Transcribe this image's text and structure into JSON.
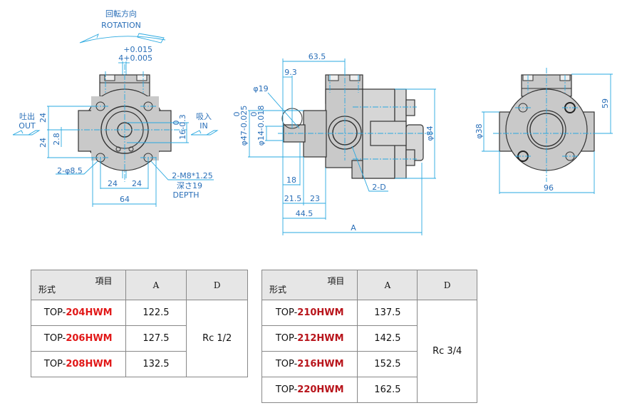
{
  "drawing": {
    "front_view": {
      "rotation_jp": "回転方向",
      "rotation_en": "ROTATION",
      "key_tol_upper": "+0.015",
      "key_tol_lower": "4+0.005",
      "out_jp": "吐出",
      "out_en": "OUT",
      "in_jp": "吸入",
      "in_en": "IN",
      "dim_24_upper": "24",
      "dim_24_lower": "24",
      "dim_2_8": "2.8",
      "dim_0": "0",
      "dim_16": "16-0.3",
      "hole_label": "2-φ8.5",
      "thread_label": "2-M8*1.25",
      "depth_jp": "深さ19",
      "depth_en": "DEPTH",
      "dim_24_left": "24",
      "dim_24_right": "24",
      "dim_64": "64"
    },
    "side_view": {
      "dim_63_5": "63.5",
      "dim_9_3": "9.3",
      "dim_phi19": "φ19",
      "dim_phi47_tol": "0",
      "dim_phi47": "φ47-0.025",
      "dim_phi14_tol": "0",
      "dim_phi14": "φ14-0.018",
      "dim_phi84": "φ84",
      "dim_18": "18",
      "dim_21_5": "21.5",
      "dim_23": "23",
      "dim_44_5": "44.5",
      "dim_A": "A",
      "port_label": "2-D"
    },
    "rear_view": {
      "dim_59": "59",
      "dim_phi38": "φ38",
      "dim_96": "96"
    }
  },
  "tables": [
    {
      "header": {
        "item": "項目",
        "model": "形式",
        "col_a": "A",
        "col_d": "D"
      },
      "d_value": "Rc 1/2",
      "rows": [
        {
          "prefix": "TOP-",
          "code": "204HWM",
          "a": "122.5"
        },
        {
          "prefix": "TOP-",
          "code": "206HWM",
          "a": "127.5"
        },
        {
          "prefix": "TOP-",
          "code": "208HWM",
          "a": "132.5"
        }
      ]
    },
    {
      "header": {
        "item": "項目",
        "model": "形式",
        "col_a": "A",
        "col_d": "D"
      },
      "d_value": "Rc 3/4",
      "rows": [
        {
          "prefix": "TOP-",
          "code": "210HWM",
          "a": "137.5"
        },
        {
          "prefix": "TOP-",
          "code": "212HWM",
          "a": "142.5"
        },
        {
          "prefix": "TOP-",
          "code": "216HWM",
          "a": "152.5"
        },
        {
          "prefix": "TOP-",
          "code": "220HWM",
          "a": "162.5"
        }
      ]
    }
  ],
  "colors": {
    "dimension_line": "#29a8e0",
    "dimension_text": "#2a6fb8",
    "model_code_red": "#e11818",
    "body_gray": "#c9c9c9"
  }
}
